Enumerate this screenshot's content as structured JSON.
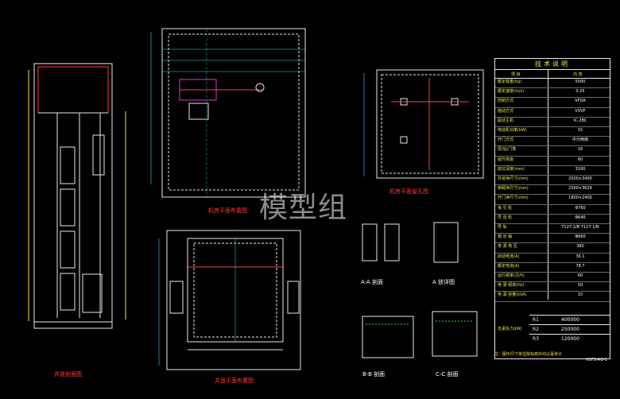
{
  "watermark": "模型组",
  "drawing_titles": {
    "shaft_section": "井道剖面图",
    "machine_room_plan": "机房平面布置图",
    "machine_room_holes": "机房平面留孔图",
    "shaft_plan": "井道平面布置图",
    "section_aa": "A-A 剖面",
    "detail_a": "A 放详图",
    "section_bb": "B-B 剖面",
    "section_cc": "C-C 剖面"
  },
  "spec_table": {
    "title": "技术说明",
    "header": [
      "项 目",
      "内 容"
    ],
    "rows": [
      {
        "k": "额定载重(kg)",
        "v": "5000"
      },
      {
        "k": "额定速度(m/s)",
        "v": "0.25"
      },
      {
        "k": "控制方式",
        "v": "VFDA"
      },
      {
        "k": "拖动方式",
        "v": "VVVF"
      },
      {
        "k": "驱动主机",
        "v": "IC-2BC"
      },
      {
        "k": "电动机功率(kW)",
        "v": "15"
      },
      {
        "k": "开门方式",
        "v": "中分两扇"
      },
      {
        "k": "层/站/门数",
        "v": "16"
      },
      {
        "k": "提升高度",
        "v": "60"
      },
      {
        "k": "底坑深度(mm)",
        "v": "3100"
      },
      {
        "k": "井道净尺寸(mm)",
        "v": "2500×3400"
      },
      {
        "k": "轿厢净尺寸(mm)",
        "v": "2560×3629"
      },
      {
        "k": "开门净尺寸(mm)",
        "v": "1800×2400"
      },
      {
        "k": "曳 引 轮",
        "v": "Φ760"
      },
      {
        "k": "导 向 轮",
        "v": "Φ640"
      },
      {
        "k": "导 轨",
        "v": "T127-2/B   T127-1/B"
      },
      {
        "k": "钢 丝 绳",
        "v": "Φ660"
      },
      {
        "k": "电 源 电 压",
        "v": "380"
      },
      {
        "k": "启动电流(A)",
        "v": "36.1"
      },
      {
        "k": "额定电流(A)",
        "v": "78.7"
      },
      {
        "k": "运行频率(次/h)",
        "v": "60"
      },
      {
        "k": "电 源 频率(Hz)",
        "v": "50"
      },
      {
        "k": "电 源 容量(kVA)",
        "v": "15"
      }
    ],
    "reactions_label": "支承反力(kN)",
    "reactions": [
      {
        "k": "R1",
        "v": "400000"
      },
      {
        "k": "R2",
        "v": "250000"
      },
      {
        "k": "R3",
        "v": "120000"
      }
    ],
    "note": "注：图中尺寸单位除标高外均以毫米计",
    "code": "HDFS-AG-1"
  },
  "colors": {
    "bg": "#000000",
    "line": "#e8e8e8",
    "yellow": "#f2e84a",
    "red": "#ff3b3b",
    "magenta": "#d43bd4",
    "cyan": "#3bd8e8",
    "green": "#3bd44a"
  }
}
